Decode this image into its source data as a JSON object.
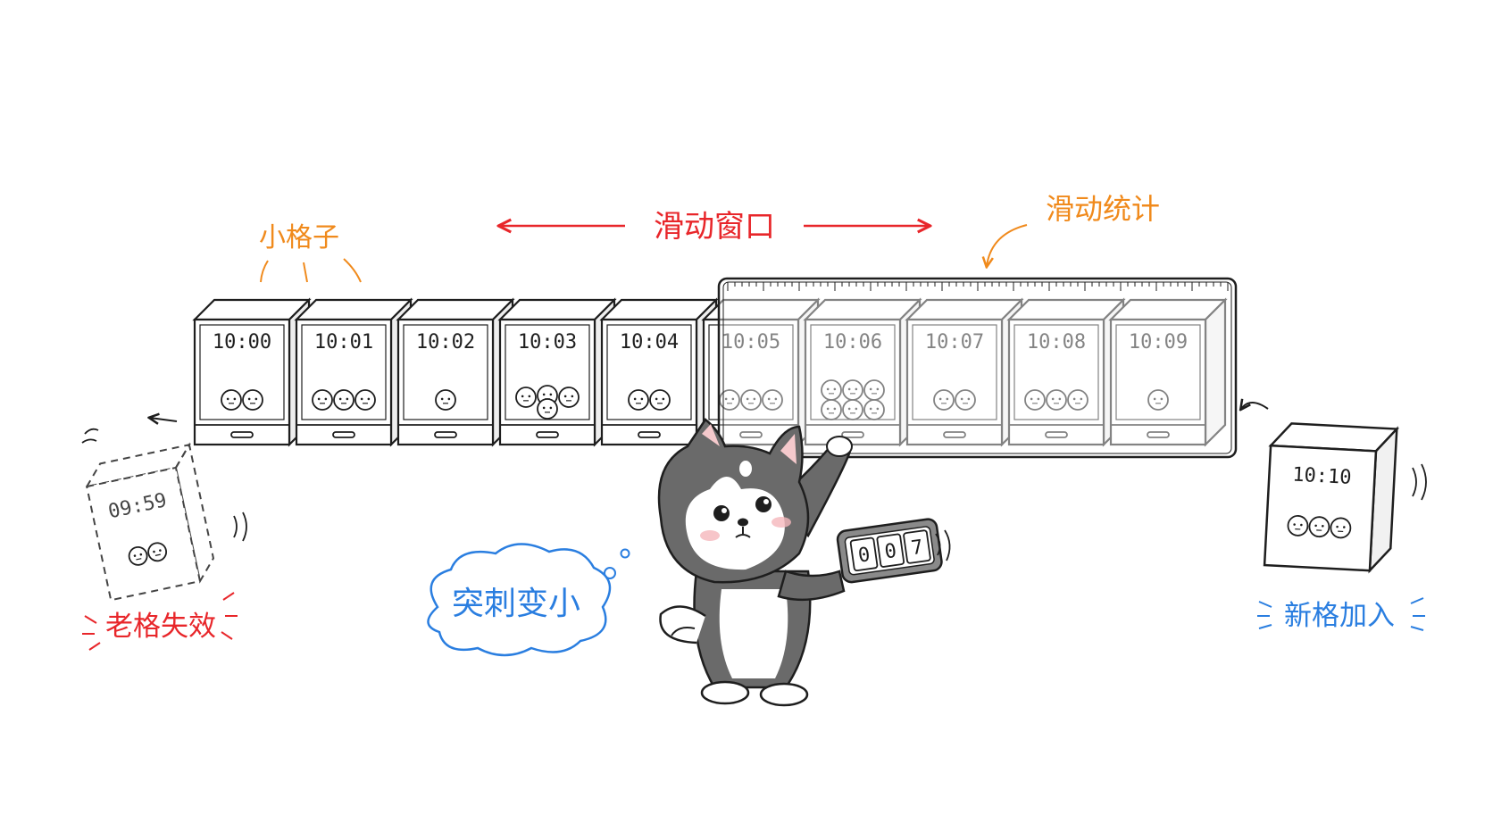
{
  "labels": {
    "small_cells": "小格子",
    "sliding_window": "滑动窗口",
    "sliding_stats": "滑动统计",
    "old_cell_expired": "老格失效",
    "new_cell_added": "新格加入",
    "spike_smaller": "突刺变小"
  },
  "buckets": [
    {
      "time": "10:00",
      "count": 2
    },
    {
      "time": "10:01",
      "count": 3
    },
    {
      "time": "10:02",
      "count": 1
    },
    {
      "time": "10:03",
      "count": 4
    },
    {
      "time": "10:04",
      "count": 2
    },
    {
      "time": "10:05",
      "count": 3
    },
    {
      "time": "10:06",
      "count": 6
    },
    {
      "time": "10:07",
      "count": 2
    },
    {
      "time": "10:08",
      "count": 3
    },
    {
      "time": "10:09",
      "count": 1
    }
  ],
  "old_bucket": {
    "time": "09:59",
    "count": 2
  },
  "new_bucket": {
    "time": "10:10",
    "count": 3
  },
  "counter": {
    "digits": [
      "0",
      "0",
      "7"
    ]
  },
  "colors": {
    "orange": "#f08a1c",
    "red": "#e8262a",
    "blue": "#2a7ee0",
    "ink": "#1e1e1e",
    "husky_gray": "#6a6a6a"
  },
  "icons": {
    "request_ball": "smiley-ball-icon",
    "mascot": "husky-mascot",
    "counter": "digital-counter-icon"
  }
}
